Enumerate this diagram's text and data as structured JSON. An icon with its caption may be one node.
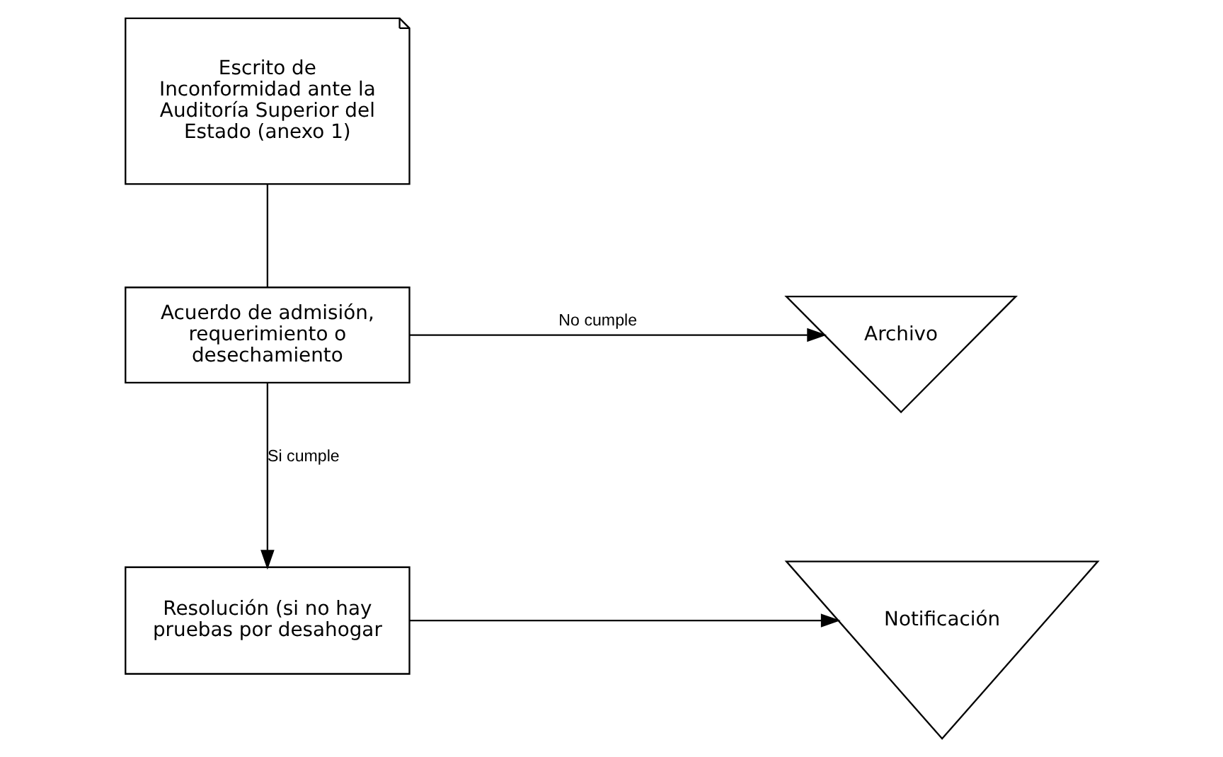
{
  "diagram": {
    "nodes": [
      {
        "text": [
          "Escrito de Inconformidad ante la Auditoría Superior del Estado (anexo 1)"
        ]
      },
      {
        "text": [
          "Acuerdo de admisión, requerimiento o desechamiento"
        ]
      },
      {
        "text": [
          "Archivo"
        ]
      },
      {
        "text": [
          "Resolución (si no hay pruebas por desahogar"
        ]
      },
      {
        "text": [
          "Notificación"
        ]
      }
    ],
    "edges": [
      {
        "from": 0,
        "to": 1,
        "arrow": "none"
      },
      {
        "from": 1,
        "to": 2,
        "arrow": "to",
        "label": "No cumple"
      },
      {
        "from": 1,
        "to": 3,
        "arrow": "to",
        "label": "Si cumple"
      },
      {
        "from": 3,
        "to": 4,
        "arrow": "to"
      }
    ]
  }
}
